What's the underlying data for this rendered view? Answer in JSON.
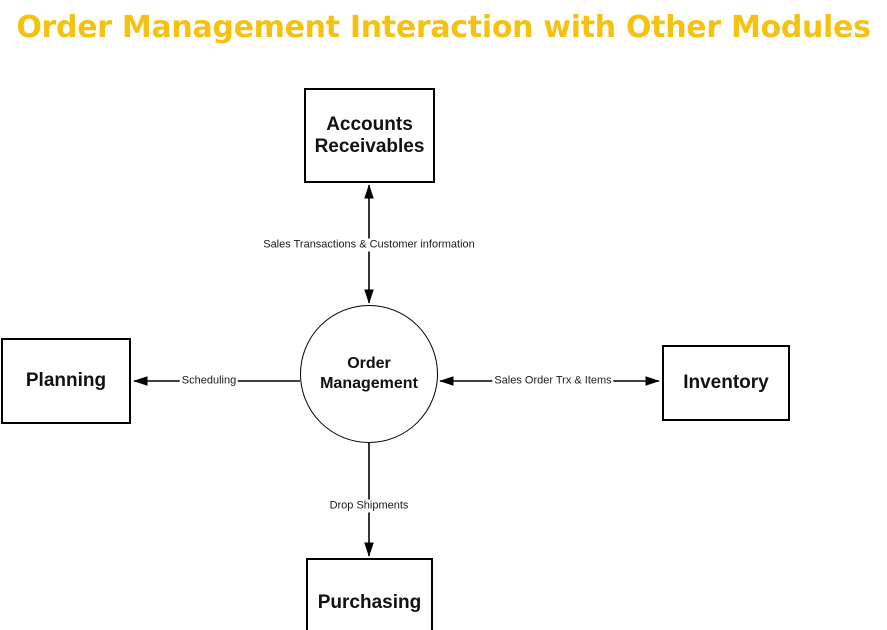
{
  "title": "Order Management Interaction with Other Modules",
  "colors": {
    "title": "#f5c211",
    "stroke": "#000000",
    "background": "#ffffff",
    "label_text": "#1a1a1a"
  },
  "diagram": {
    "type": "data-flow-diagram",
    "center": {
      "id": "order-management",
      "shape": "circle",
      "label": "Order\nManagement"
    },
    "nodes": [
      {
        "id": "accounts-receivables",
        "shape": "rectangle",
        "label": "Accounts\nReceivables",
        "position": "top"
      },
      {
        "id": "planning",
        "shape": "rectangle",
        "label": "Planning",
        "position": "left"
      },
      {
        "id": "inventory",
        "shape": "rectangle",
        "label": "Inventory",
        "position": "right"
      },
      {
        "id": "purchasing",
        "shape": "rectangle",
        "label": "Purchasing",
        "position": "bottom"
      }
    ],
    "edges": [
      {
        "id": "edge-accounts-receivables",
        "from": "order-management",
        "to": "accounts-receivables",
        "label": "Sales Transactions & Customer information",
        "direction": "bidirectional"
      },
      {
        "id": "edge-planning",
        "from": "order-management",
        "to": "planning",
        "label": "Scheduling",
        "direction": "to-target"
      },
      {
        "id": "edge-inventory",
        "from": "order-management",
        "to": "inventory",
        "label": "Sales Order Trx & Items",
        "direction": "bidirectional"
      },
      {
        "id": "edge-purchasing",
        "from": "order-management",
        "to": "purchasing",
        "label": "Drop Shipments",
        "direction": "to-target"
      }
    ]
  }
}
